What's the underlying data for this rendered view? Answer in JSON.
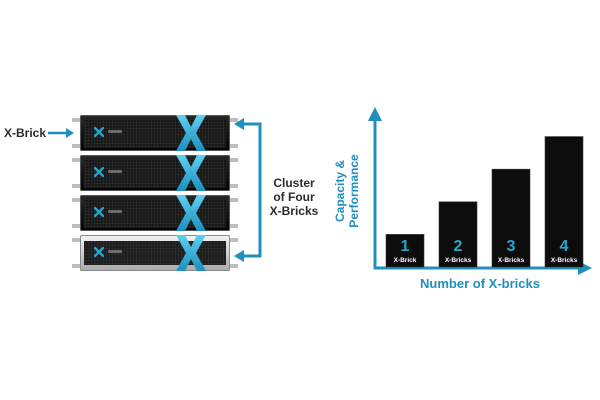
{
  "rack": {
    "pointer_label": "X-Brick",
    "bracket_label_lines": [
      "Cluster",
      "of Four",
      "X-Bricks"
    ],
    "unit_count": 4,
    "brand_letter": "X",
    "colors": {
      "accent": "#27a6cf",
      "arrow": "#1f8fbf",
      "chassis": "#111111",
      "silver": "#c8c8c8"
    }
  },
  "chart_data": {
    "type": "bar",
    "categories": [
      "1",
      "2",
      "3",
      "4"
    ],
    "category_sublabels": [
      "X-Brick",
      "X-Bricks",
      "X-Bricks",
      "X-Bricks"
    ],
    "values": [
      1,
      2,
      3,
      4
    ],
    "xlabel": "Number of X-bricks",
    "ylabel_lines": [
      "Capacity &",
      "Performance"
    ],
    "title": "",
    "ylim": [
      0,
      4.6
    ],
    "grid": false,
    "legend": "none",
    "colors": {
      "bar": "#0c0c0c",
      "bar_number": "#27a6cf",
      "bar_sublabel": "#ffffff",
      "axis": "#1f8fbf",
      "axis_title": "#1f8fbf"
    }
  }
}
